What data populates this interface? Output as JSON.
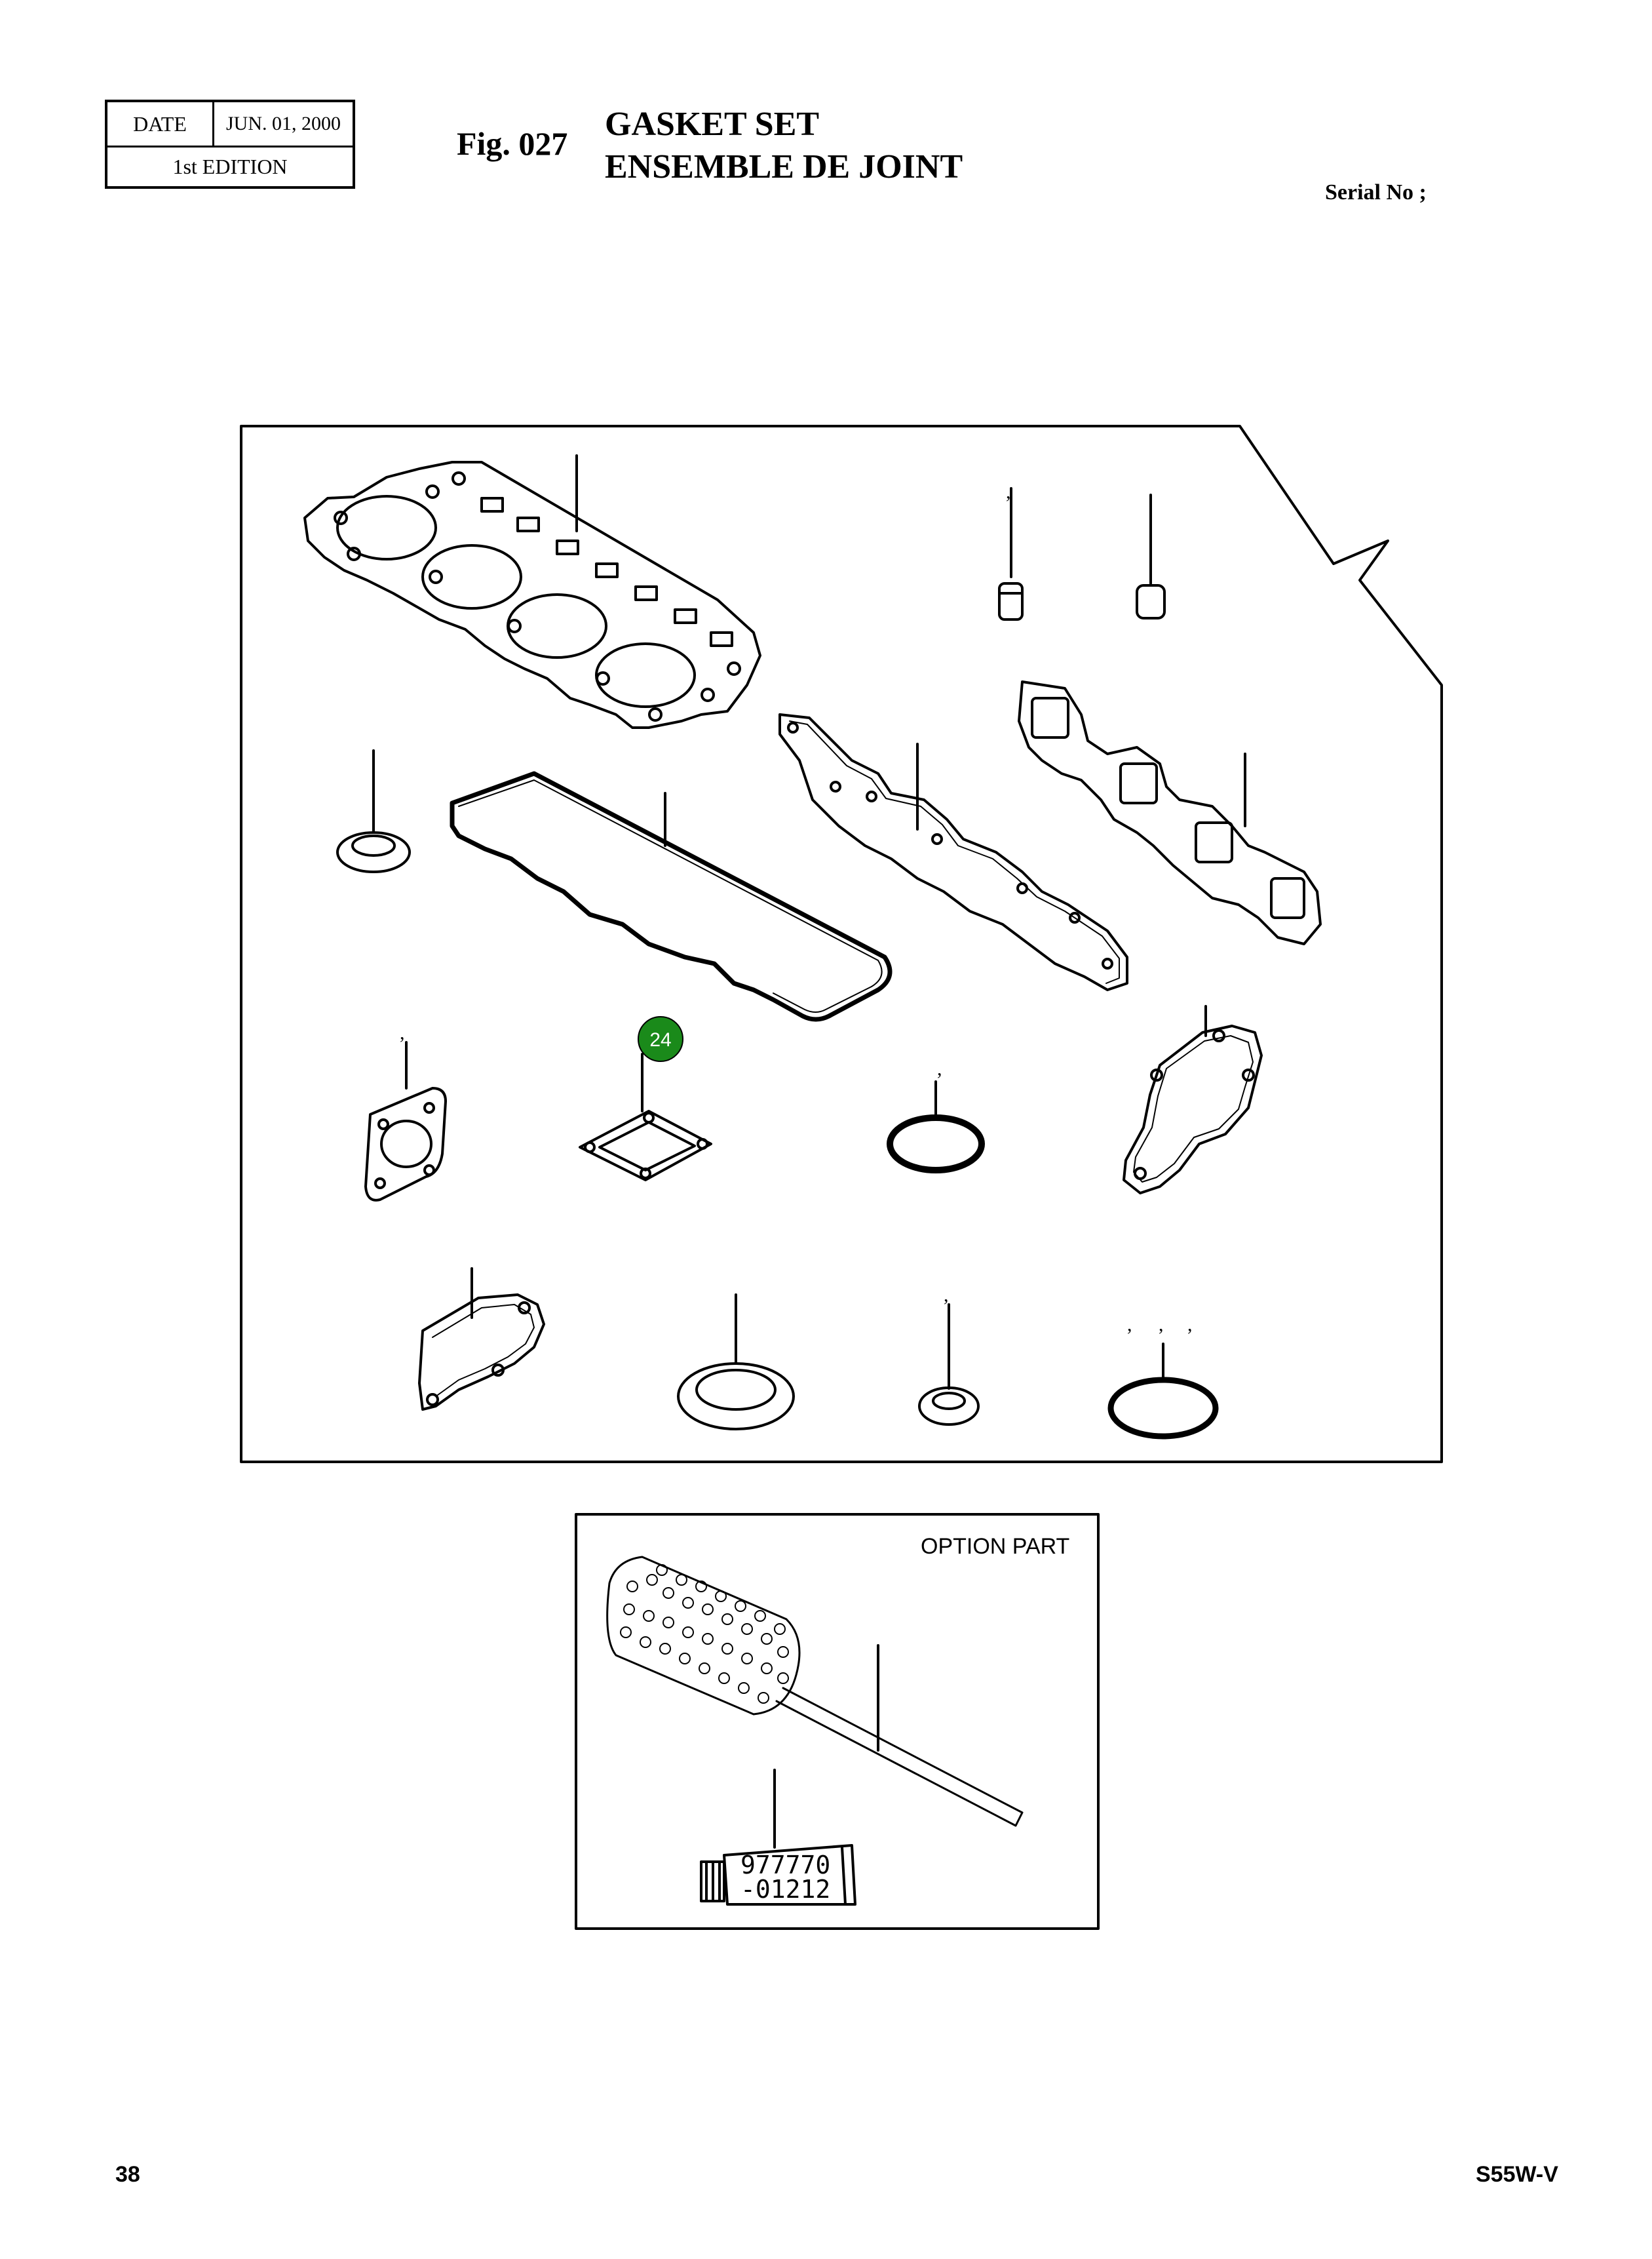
{
  "header": {
    "date_label": "DATE",
    "date_value": "JUN. 01, 2000",
    "edition": "1st EDITION",
    "fig": "Fig. 027",
    "title_en": "GASKET SET",
    "title_fr": "ENSEMBLE DE JOINT",
    "serial": "Serial No ;"
  },
  "diagram": {
    "callouts": [
      {
        "number": "24",
        "color": "#1a8a1a"
      }
    ],
    "marks": [
      ",",
      ",",
      ",",
      ",",
      ",",
      ",",
      ","
    ]
  },
  "option": {
    "label": "OPTION PART",
    "tube_code_line1": "977770",
    "tube_code_line2": "-01212"
  },
  "footer": {
    "page": "38",
    "model": "S55W-V"
  }
}
